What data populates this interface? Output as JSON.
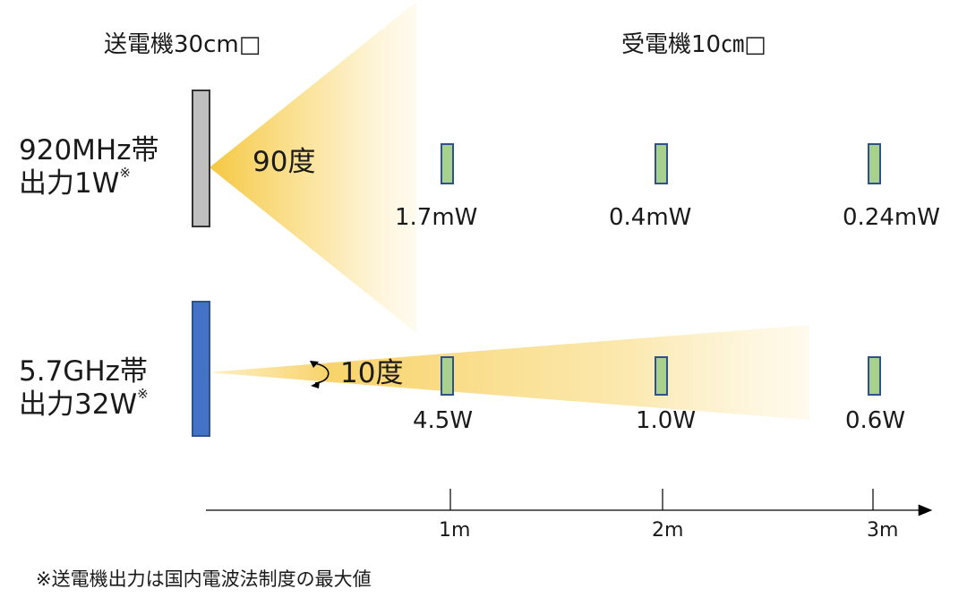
{
  "header": {
    "transmitter_label": "送電機30cm□",
    "receiver_label": "受電機10㎝□"
  },
  "band_920": {
    "line1": "920MHz帯",
    "line2": "出力1W",
    "mark": "※",
    "beam_angle": "90度",
    "received_power": [
      "1.7mW",
      "0.4mW",
      "0.24mW"
    ],
    "transmitter_color": "#bfbfbf"
  },
  "band_57": {
    "line1": "5.7GHz帯",
    "line2": "出力32W",
    "mark": "※",
    "beam_angle": "10度",
    "received_power": [
      "4.5W",
      "1.0W",
      "0.6W"
    ],
    "transmitter_color": "#4472c4"
  },
  "receiver_color": "#a9d18e",
  "beam_color": "#ffd966",
  "distance_axis": {
    "ticks": [
      "1m",
      "2m",
      "3m"
    ]
  },
  "footnote": "※送電機出力は国内電波法制度の最大値"
}
